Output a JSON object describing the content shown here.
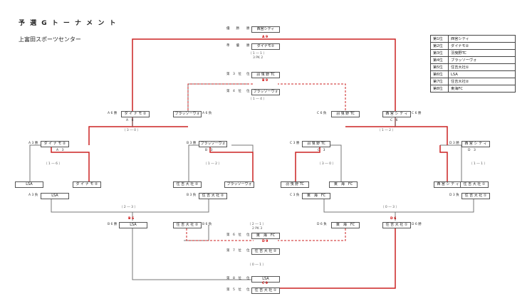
{
  "header": {
    "title": "予 選 G ト ー ナ メ ン ト",
    "venue": "上富田スポーツセンター"
  },
  "standings": [
    {
      "pos": "第1位",
      "team": "西宮シティ"
    },
    {
      "pos": "第2位",
      "team": "ダイナモ②"
    },
    {
      "pos": "第3位",
      "team": "羽曳野TC"
    },
    {
      "pos": "第4位",
      "team": "ブラッソーヴォ"
    },
    {
      "pos": "第5位",
      "team": "住吉大社①"
    },
    {
      "pos": "第6位",
      "team": "LSA"
    },
    {
      "pos": "第7位",
      "team": "住吉大社②"
    },
    {
      "pos": "第8位",
      "team": "東海FC"
    }
  ],
  "placements": {
    "champion": {
      "label": "優　　勝",
      "team": "西宮シティ"
    },
    "runner_up": {
      "label": "準　　優",
      "team": "ダイナモ②",
      "score": "（ 1 ― 1 ）",
      "pk": "3 PK 2"
    },
    "third": {
      "label": "第　3　位",
      "team": "羽 曳 野 TC",
      "score": "（ 1 ― 4 ）"
    },
    "fourth": {
      "label": "第　4　位",
      "team": "ブラッソーヴォ"
    },
    "sixth": {
      "label": "第　6　位",
      "team": "東　海　FC",
      "score": "（ 2 ― 1 ）",
      "pk": "2 PK 3"
    },
    "seventh": {
      "label": "第　7　位",
      "team": "住 吉 大 社 ②",
      "score": "（ 0 ― 1 ）"
    },
    "eighth": {
      "label": "第　8　位",
      "team": "LSA"
    },
    "fifth": {
      "label": "第　5　位",
      "team": "住 吉 大 社 ①"
    }
  },
  "round1": [
    {
      "team": "LSA"
    },
    {
      "team": "ダ イ ナ モ ②"
    },
    {
      "team": "住 吉 大 社 ②"
    },
    {
      "team": "ブラッソーヴォ"
    },
    {
      "team": "羽 曳 野 TC"
    },
    {
      "team": "東　海　FC"
    },
    {
      "team": "西 宮 シ テ ィ"
    },
    {
      "team": "住 吉 大 社 ①"
    }
  ],
  "winners_r2": [
    {
      "label": "A 3 勝",
      "team": "ダ イ ナ モ ②",
      "score": "（ 1 ― 6 ）"
    },
    {
      "label": "B 3 勝",
      "team": "ブラッソーヴォ",
      "score": "（ 1 ― 2 ）"
    },
    {
      "label": "C 3 勝",
      "team": "羽 曳 野 TC",
      "score": "（ 3 ― 0 ）"
    },
    {
      "label": "D 3 勝",
      "team": "西 宮 シ テ ィ",
      "score": "（ 1 ― 1 ）"
    }
  ],
  "semis": [
    {
      "label": "A 6 勝",
      "team": "ダ イ ナ モ ②",
      "score": "（ 3 ― 0 ）"
    },
    {
      "label": "A 6 負",
      "team": "ブラッソーヴォ"
    },
    {
      "label": "C 6 負",
      "team": "羽 曳 野 TC",
      "score": "（ 1 ― 2 ）"
    },
    {
      "label": "C 6 勝",
      "team": "西 宮 シ テ ィ"
    }
  ],
  "losers_r2": [
    {
      "label": "A 3 負",
      "team": "LSA",
      "score": "（ 2 ― 3 ）"
    },
    {
      "label": "B 3 負",
      "team": "住 吉 大 社 ②"
    },
    {
      "label": "C 3 負",
      "team": "東　海　FC",
      "score": "（ 0 ― 3 ）"
    },
    {
      "label": "D 3 負",
      "team": "住 吉 大 社 ①"
    }
  ],
  "losers_r3": [
    {
      "label": "B 6 勝",
      "team": "LSA"
    },
    {
      "label": "B 6 負",
      "team": "住 吉 大 社 ②"
    },
    {
      "label": "D 6 負",
      "team": "東　海　FC"
    },
    {
      "label": "D 6 勝",
      "team": "住 吉 大 社 ①"
    }
  ],
  "match_ids": {
    "A9": "A 9",
    "B9": "B 9",
    "A6": "A　6",
    "C6": "C　6",
    "A3": "A　3",
    "B3": "B　3",
    "C3": "C　3",
    "D3": "D　3",
    "B6": "B 6",
    "D6": "D 6",
    "D9": "D 9",
    "C9": "C 9"
  },
  "colors": {
    "win": "#cc2222",
    "lose": "#777777",
    "frame": "#444444"
  }
}
